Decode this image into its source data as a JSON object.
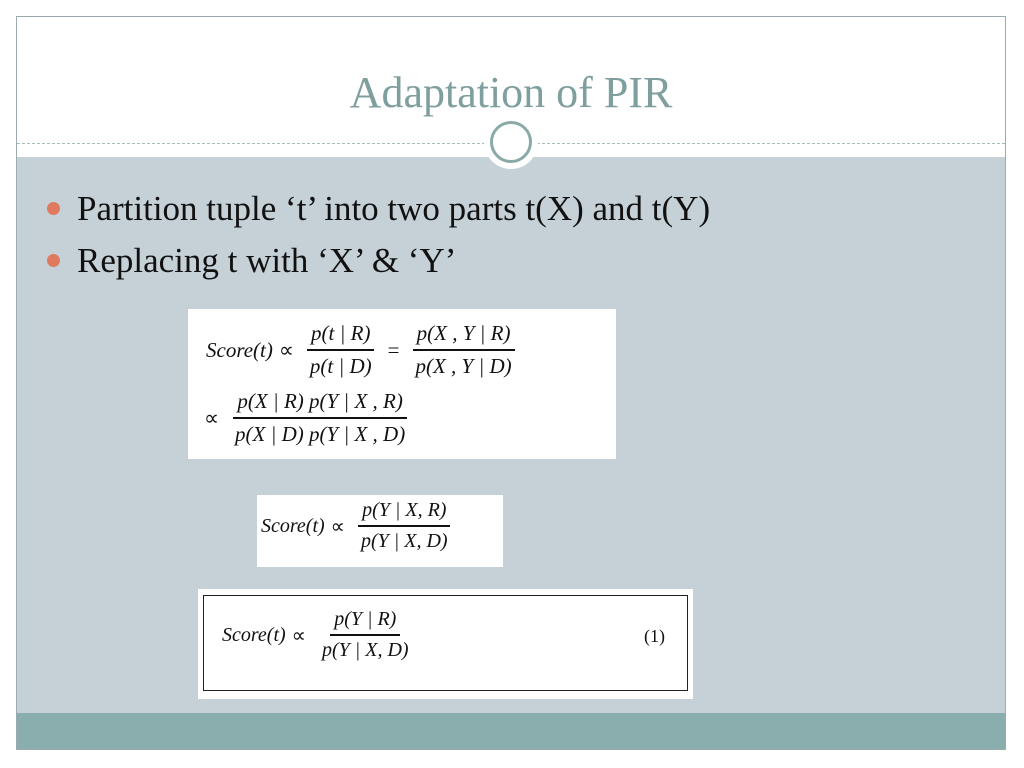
{
  "slide": {
    "title": "Adaptation of PIR",
    "bullets": [
      "Partition tuple ‘t’ into two parts t(X) and t(Y)",
      "Replacing t with ‘X’ & ‘Y’"
    ]
  },
  "equations": {
    "eq1": {
      "lhs": "Score(t)",
      "prop": "∝",
      "f1_num": "p(t | R)",
      "f1_den": "p(t | D)",
      "eq": "=",
      "f2_num": "p(X , Y | R)",
      "f2_den": "p(X , Y | D)",
      "prop2": "∝",
      "f3_num": "p(X | R)  p(Y | X , R)",
      "f3_den": "p(X | D)  p(Y | X , D)"
    },
    "eq2": {
      "lhs": "Score(t)",
      "prop": "∝",
      "num": "p(Y | X, R)",
      "den": "p(Y | X, D)"
    },
    "eq3": {
      "lhs": "Score(t)",
      "prop": "∝",
      "num": "p(Y | R)",
      "den": "p(Y | X, D)",
      "number": "(1)"
    }
  },
  "colors": {
    "title": "#7f9f9f",
    "content_bg": "#c5d0d7",
    "footer": "#8aaeae",
    "bullet": "#e07a5f"
  }
}
